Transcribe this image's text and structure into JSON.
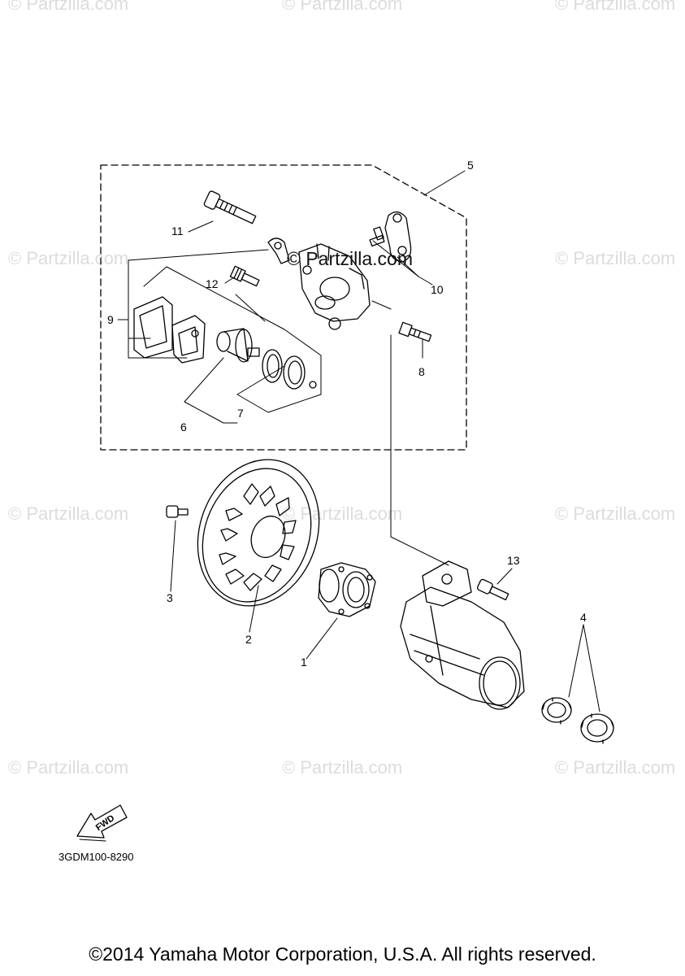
{
  "watermark": {
    "text": "© Partzilla.com",
    "center_text": "© Partzilla.com"
  },
  "callouts": [
    {
      "number": "1"
    },
    {
      "number": "2"
    },
    {
      "number": "3"
    },
    {
      "number": "4"
    },
    {
      "number": "5"
    },
    {
      "number": "6"
    },
    {
      "number": "7"
    },
    {
      "number": "8"
    },
    {
      "number": "9"
    },
    {
      "number": "10"
    },
    {
      "number": "11"
    },
    {
      "number": "12"
    },
    {
      "number": "13"
    }
  ],
  "fwd_label": "FWD",
  "reference_code": "3GDM100-8290",
  "copyright": "©2014 Yamaha Motor Corporation, U.S.A. All rights reserved."
}
